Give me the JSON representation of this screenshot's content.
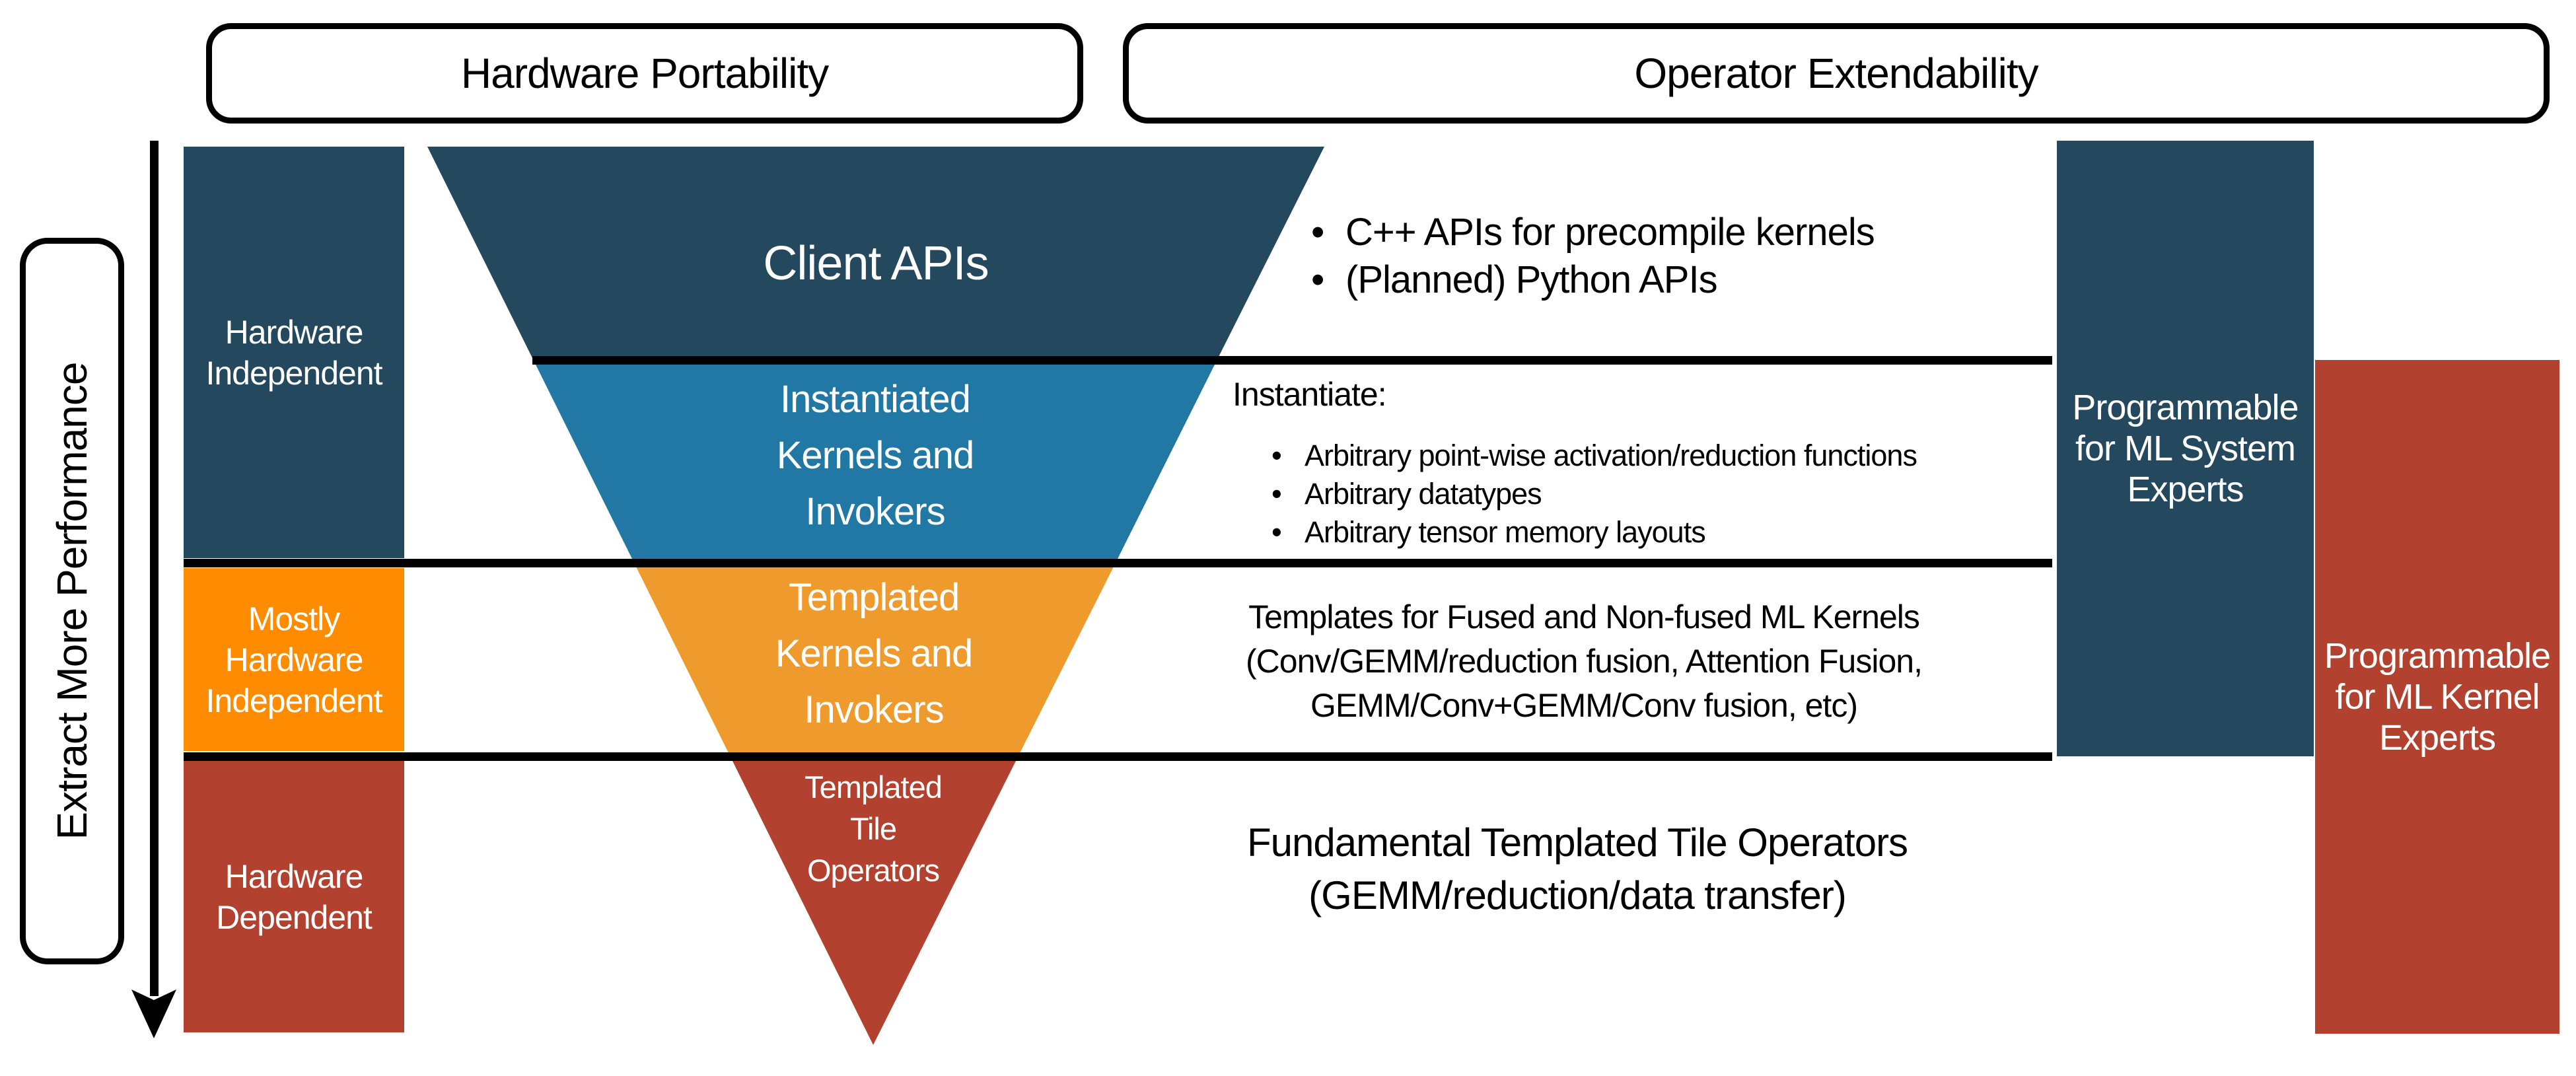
{
  "colors": {
    "navy": "#24485E",
    "teal": "#2178A4",
    "orange_bright": "#FF8C00",
    "orange_soft": "#EF9A2D",
    "red": "#B2422F",
    "line": "#000000",
    "text_light": "#FFFFFF",
    "text_dark": "#000000"
  },
  "glyphs": {
    "bullet": "•"
  },
  "header": {
    "left_box": "Hardware Portability",
    "right_box": "Operator Extendability"
  },
  "axis": {
    "label": "Extract More Performance"
  },
  "left_column": [
    {
      "label": "Hardware\nIndependent"
    },
    {
      "label": "Mostly\nHardware\nIndependent"
    },
    {
      "label": "Hardware\nDependent"
    }
  ],
  "funnel": {
    "layers": [
      {
        "label": "Client APIs"
      },
      {
        "label": "Instantiated\nKernels and\nInvokers"
      },
      {
        "label": "Templated\nKernels and\nInvokers"
      },
      {
        "label": "Templated\nTile\nOperators"
      }
    ]
  },
  "annotations": {
    "client_bullets": [
      "C++ APIs for precompile kernels",
      "(Planned) Python APIs"
    ],
    "instantiate_heading": "Instantiate:",
    "instantiate_bullets": [
      "Arbitrary point-wise activation/reduction functions",
      "Arbitrary datatypes",
      "Arbitrary tensor memory layouts"
    ],
    "templates_text": "Templates for Fused and Non-fused ML Kernels\n(Conv/GEMM/reduction fusion, Attention Fusion,\nGEMM/Conv+GEMM/Conv fusion, etc)",
    "fundamental_text": "Fundamental Templated Tile Operators\n(GEMM/reduction/data transfer)"
  },
  "right_column": [
    {
      "label": "Programmable\nfor ML System\nExperts"
    },
    {
      "label": "Programmable\nfor ML Kernel\nExperts"
    }
  ]
}
